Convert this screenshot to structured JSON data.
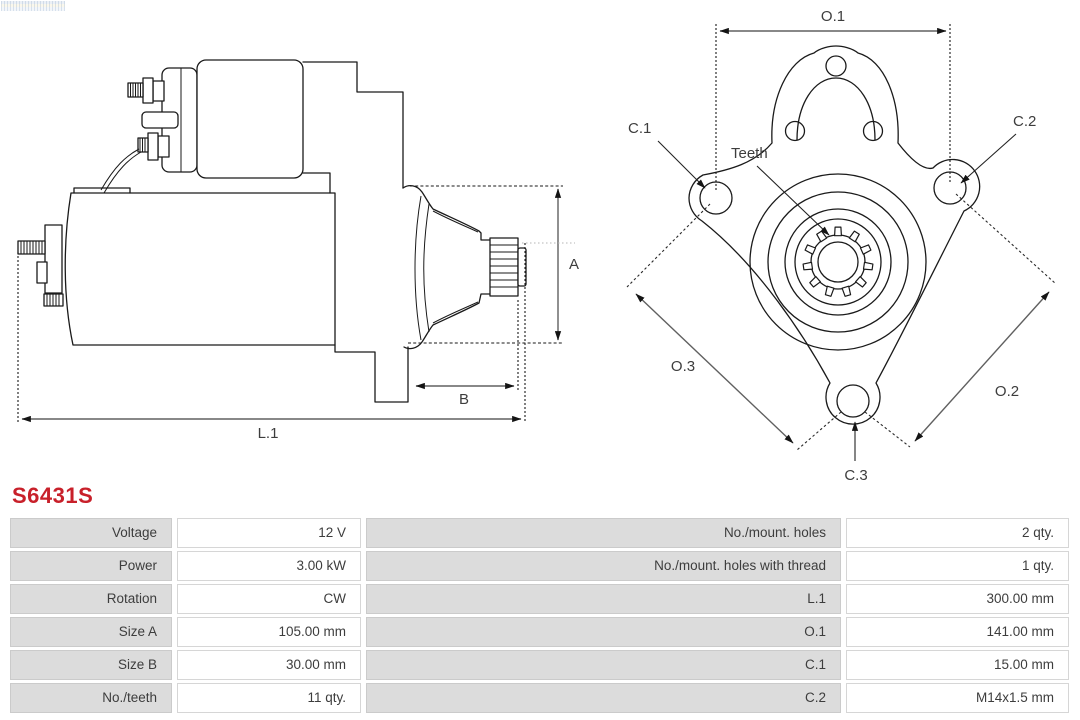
{
  "part_number": "S6431S",
  "colors": {
    "part_number_red": "#c8202a",
    "outline": "#1a1a1a",
    "dimension_line": "#606060",
    "table_label_bg": "#dcdcdc",
    "table_text": "#3d3d3d"
  },
  "drawing": {
    "teeth_count": 11,
    "side_view_labels": {
      "a": "A",
      "b": "B",
      "l1": "L.1"
    },
    "front_view_labels": {
      "o1": "O.1",
      "o2": "O.2",
      "o3": "O.3",
      "c1": "C.1",
      "c2": "C.2",
      "c3": "C.3",
      "teeth": "Teeth"
    }
  },
  "table": {
    "rows": [
      {
        "label1": "Voltage",
        "value1": "12 V",
        "label2": "No./mount. holes",
        "value2": "2 qty."
      },
      {
        "label1": "Power",
        "value1": "3.00 kW",
        "label2": "No./mount. holes with thread",
        "value2": "1 qty."
      },
      {
        "label1": "Rotation",
        "value1": "CW",
        "label2": "L.1",
        "value2": "300.00 mm"
      },
      {
        "label1": "Size A",
        "value1": "105.00 mm",
        "label2": "O.1",
        "value2": "141.00 mm"
      },
      {
        "label1": "Size B",
        "value1": "30.00 mm",
        "label2": "C.1",
        "value2": "15.00 mm"
      },
      {
        "label1": "No./teeth",
        "value1": "11 qty.",
        "label2": "C.2",
        "value2": "M14x1.5 mm"
      }
    ]
  }
}
